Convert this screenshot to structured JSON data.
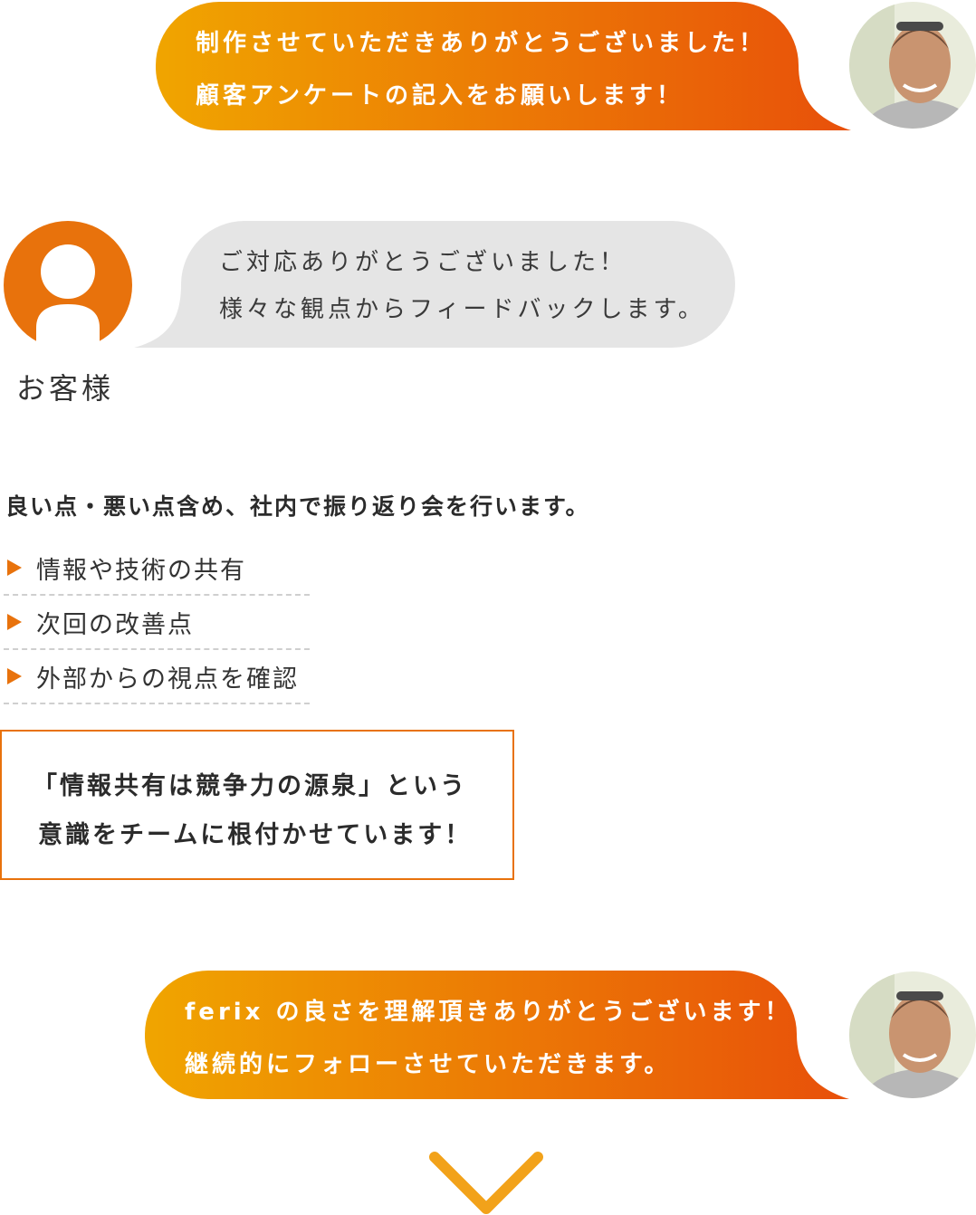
{
  "staff_message_1": {
    "lines": [
      "制作させていただきありがとうございました！",
      "顧客アンケートの記入をお願いします！"
    ]
  },
  "customer_message": {
    "lines": [
      "ご対応ありがとうございました！",
      "様々な観点からフィードバックします。"
    ],
    "name": "お客様"
  },
  "review": {
    "heading": "良い点・悪い点含め、社内で振り返り会を行います。",
    "items": [
      "情報や技術の共有",
      "次回の改善点",
      "外部からの視点を確認"
    ]
  },
  "note": {
    "lines": [
      "「情報共有は競争力の源泉」という",
      "意識をチームに根付かせています！"
    ]
  },
  "staff_message_2": {
    "lines": [
      "ferix の良さを理解頂きありがとうございます！",
      "継続的にフォローさせていただきます。"
    ]
  },
  "colors": {
    "gradient_start": "#f0a500",
    "gradient_end": "#e8500a",
    "accent": "#e8720c",
    "gray_bubble": "#e5e5e5"
  },
  "icons": {
    "customer": "user-silhouette-icon",
    "staff": "staff-photo",
    "arrow": "arrow-down-icon",
    "bullet": "triangle-right-icon"
  }
}
